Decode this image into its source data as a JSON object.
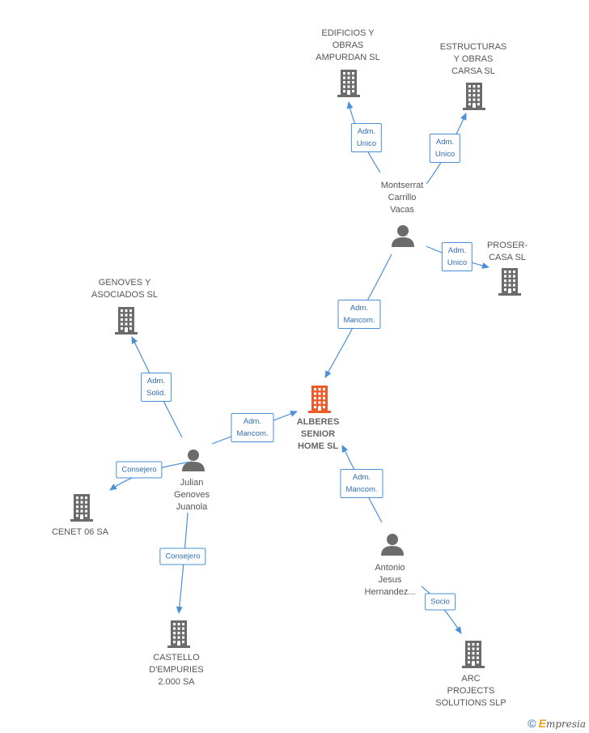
{
  "colors": {
    "edge": "#4a90d9",
    "building": "#6b6b6b",
    "center_building": "#f05a28",
    "person": "#6b6b6b"
  },
  "nodes": [
    {
      "id": "alberes",
      "kind": "company-center",
      "label": "ALBERES\nSENIOR\nHOME SL"
    },
    {
      "id": "edificios",
      "kind": "company",
      "label": "EDIFICIOS Y\nOBRAS\nAMPURDAN SL"
    },
    {
      "id": "estructuras",
      "kind": "company",
      "label": "ESTRUCTURAS\nY OBRAS\nCARSA SL"
    },
    {
      "id": "montserrat",
      "kind": "person",
      "label": "Montserrat\nCarrillo\nVacas"
    },
    {
      "id": "proser",
      "kind": "company",
      "label": "PROSER-\nCASA SL"
    },
    {
      "id": "genoves_asoc",
      "kind": "company",
      "label": "GENOVES Y\nASOCIADOS SL"
    },
    {
      "id": "julian",
      "kind": "person",
      "label": "Julian\nGenoves\nJuanola"
    },
    {
      "id": "cenet",
      "kind": "company",
      "label": "CENET 06 SA"
    },
    {
      "id": "castello",
      "kind": "company",
      "label": "CASTELLO\nD'EMPURIES\n2.000 SA"
    },
    {
      "id": "antonio",
      "kind": "person",
      "label": "Antonio\nJesus\nHernandez..."
    },
    {
      "id": "arc",
      "kind": "company",
      "label": "ARC\nPROJECTS\nSOLUTIONS SLP"
    }
  ],
  "edges": [
    {
      "from": "montserrat",
      "to": "edificios",
      "label": "Adm.\nUnico"
    },
    {
      "from": "montserrat",
      "to": "estructuras",
      "label": "Adm.\nUnico"
    },
    {
      "from": "montserrat",
      "to": "proser",
      "label": "Adm.\nUnico"
    },
    {
      "from": "montserrat",
      "to": "alberes",
      "label": "Adm.\nMancom."
    },
    {
      "from": "julian",
      "to": "genoves_asoc",
      "label": "Adm.\nSolid."
    },
    {
      "from": "julian",
      "to": "alberes",
      "label": "Adm.\nMancom."
    },
    {
      "from": "julian",
      "to": "cenet",
      "label": "Consejero"
    },
    {
      "from": "julian",
      "to": "castello",
      "label": "Consejero"
    },
    {
      "from": "antonio",
      "to": "alberes",
      "label": "Adm.\nMancom."
    },
    {
      "from": "antonio",
      "to": "arc",
      "label": "Socio"
    }
  ],
  "footer": {
    "copyright": "©",
    "brand_initial": "E",
    "brand_rest": "mpresia"
  }
}
